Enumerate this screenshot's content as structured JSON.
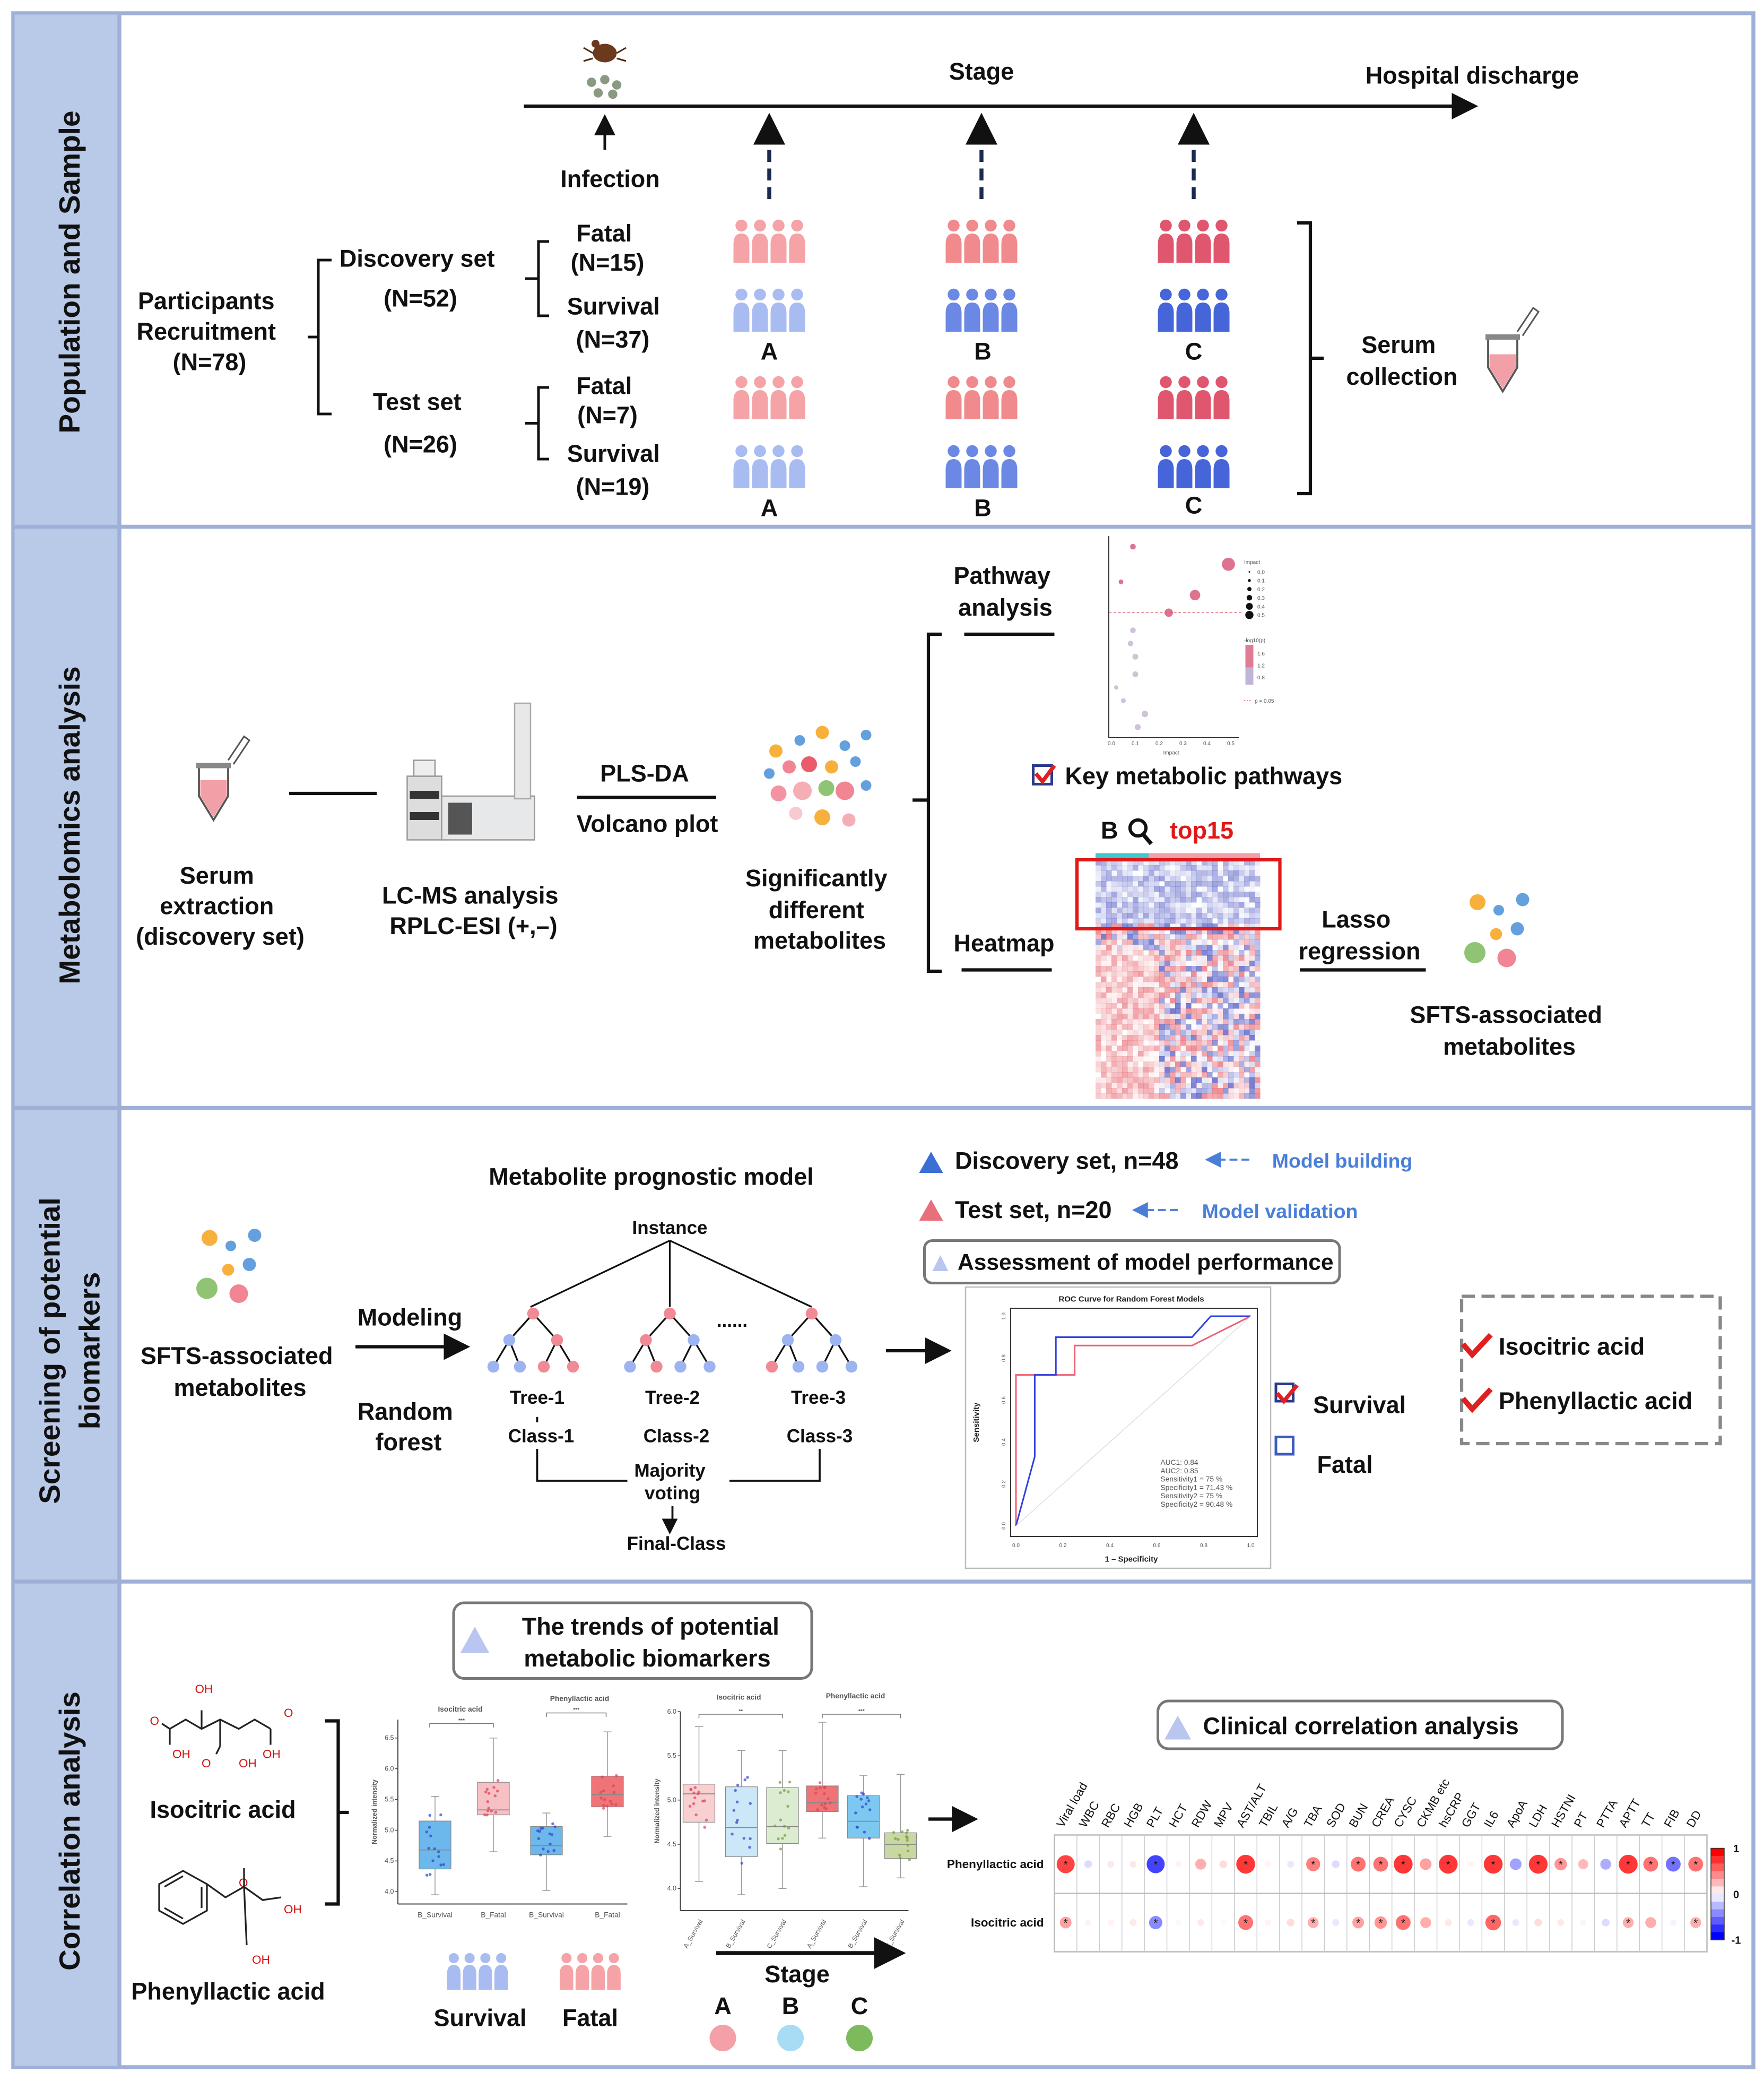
{
  "sections": {
    "population": "Population and Sample",
    "metabolomics": "Metabolomics analysis",
    "screening_line1": "Screening of potential",
    "screening_line2": "biomarkers",
    "correlation": "Correlation analysis"
  },
  "population": {
    "stage": "Stage",
    "hospital_discharge": "Hospital discharge",
    "infection": "Infection",
    "participants": [
      "Participants",
      "Recruitment",
      "(N=78)"
    ],
    "discovery_set": [
      "Discovery set",
      "(N=52)"
    ],
    "test_set": [
      "Test set",
      "(N=26)"
    ],
    "discovery_fatal": [
      "Fatal",
      "(N=15)"
    ],
    "discovery_survival": [
      "Survival",
      "(N=37)"
    ],
    "test_fatal": [
      "Fatal",
      "(N=7)"
    ],
    "test_survival": [
      "Survival",
      "(N=19)"
    ],
    "stages": [
      "A",
      "B",
      "C"
    ],
    "serum_collection": [
      "Serum",
      "collection"
    ],
    "colors": {
      "fatal": [
        "#f5a3a6",
        "#f08a8c",
        "#e0566e"
      ],
      "survival": [
        "#a9bcf2",
        "#6a88e4",
        "#4565d8"
      ]
    }
  },
  "metabolomics": {
    "serum_extraction": [
      "Serum",
      "extraction",
      "(discovery set)"
    ],
    "lcms": [
      "LC-MS analysis",
      "RPLC-ESI (+,–)"
    ],
    "plsda": "PLS-DA",
    "volcano": "Volcano plot",
    "significant": [
      "Significantly",
      "different",
      "metabolites"
    ],
    "pathway_analysis": [
      "Pathway",
      "analysis"
    ],
    "key_pathways": "Key metabolic pathways",
    "heatmap": "Heatmap",
    "heatmap_group": "B",
    "heatmap_top": "top15",
    "lasso": [
      "Lasso",
      "regression"
    ],
    "sfts": [
      "SFTS-associated",
      "metabolites"
    ],
    "pathway_plot": {
      "xlabel": "Impact",
      "xticks": [
        "0.0",
        "0.1",
        "0.2",
        "0.3",
        "0.4",
        "0.5"
      ],
      "impact_legend_title": "Impact",
      "impact_legend": [
        "0.0",
        "0.1",
        "0.2",
        "0.3",
        "0.4",
        "0.5"
      ],
      "color_legend_title": "-log10(p)",
      "color_legend": [
        "1.6",
        "1.2",
        "0.8"
      ],
      "line_legend": "p = 0.05",
      "points": [
        {
          "impact": 0.09,
          "neglogp": 2.05
        },
        {
          "impact": 0.49,
          "neglogp": 1.85
        },
        {
          "impact": 0.04,
          "neglogp": 1.65
        },
        {
          "impact": 0.35,
          "neglogp": 1.5
        },
        {
          "impact": 0.24,
          "neglogp": 1.3
        },
        {
          "impact": 0.09,
          "neglogp": 1.1
        },
        {
          "impact": 0.08,
          "neglogp": 0.95
        },
        {
          "impact": 0.1,
          "neglogp": 0.8
        },
        {
          "impact": 0.1,
          "neglogp": 0.6
        },
        {
          "impact": 0.02,
          "neglogp": 0.45
        },
        {
          "impact": 0.05,
          "neglogp": 0.3
        },
        {
          "impact": 0.14,
          "neglogp": 0.15
        },
        {
          "impact": 0.11,
          "neglogp": 0.0
        }
      ]
    }
  },
  "screening": {
    "sfts": [
      "SFTS-associated",
      "metabolites"
    ],
    "modeling": "Modeling",
    "random_forest": [
      "Random",
      "forest"
    ],
    "model_title": "Metabolite prognostic model",
    "instance": "Instance",
    "trees": [
      "Tree-1",
      "Tree-2",
      "Tree-3"
    ],
    "classes": [
      "Class-1",
      "Class-2",
      "Class-3"
    ],
    "ellipsis": "......",
    "majority": [
      "Majority",
      "voting"
    ],
    "final": "Final-Class",
    "discovery": "Discovery set, n=48",
    "model_building": "Model building",
    "test": "Test set, n=20",
    "model_validation": "Model validation",
    "assessment": "Assessment of model performance",
    "legend_survival": "Survival",
    "legend_fatal": "Fatal",
    "biomarkers": [
      "Isocitric acid",
      "Phenyllactic acid"
    ],
    "colors": {
      "discovery": "#3b6fd4",
      "test": "#e8707c",
      "accent": "#4a7fd8"
    }
  },
  "roc": {
    "title": "ROC Curve for Random Forest Models",
    "xlabel": "1 – Specificity",
    "ylabel": "Sensitivity",
    "xticks": [
      "0.0",
      "0.2",
      "0.4",
      "0.6",
      "0.8",
      "1.0"
    ],
    "yticks": [
      "0.0",
      "0.2",
      "0.4",
      "0.6",
      "0.8",
      "1.0"
    ],
    "annotations": [
      "AUC1: 0.84",
      "AUC2: 0.85",
      "Sensitivity1 = 75 %",
      "Specificity1 = 71.43 %",
      "Sensitivity2 = 75 %",
      "Specificity2 = 90.48 %"
    ]
  },
  "correlation": {
    "trends_title": [
      "The trends of potential",
      "metabolic biomarkers"
    ],
    "isocitric": "Isocitric acid",
    "phenyllactic": "Phenyllactic acid",
    "survival": "Survival",
    "fatal": "Fatal",
    "stage": "Stage",
    "stages": [
      "A",
      "B",
      "C"
    ],
    "stage_colors": [
      "#f4a0a8",
      "#a8dcf4",
      "#7cba5c"
    ],
    "clinical_title": "Clinical correlation analysis",
    "colorbar_labels": [
      "1",
      "0",
      "-1"
    ],
    "chem_labels": {
      "oh": "OH",
      "o": "O"
    }
  },
  "chart_data": [
    {
      "type": "line",
      "title": "ROC Curve for Random Forest Models",
      "xlabel": "1 – Specificity",
      "ylabel": "Sensitivity",
      "xlim": [
        0,
        1
      ],
      "ylim": [
        0,
        1
      ],
      "series": [
        {
          "color": "#ee6070",
          "x": [
            0,
            0,
            0.25,
            0.25,
            0.75,
            1
          ],
          "y": [
            0,
            0.72,
            0.72,
            0.86,
            0.86,
            1
          ]
        },
        {
          "color": "#3040e0",
          "x": [
            0,
            0.08,
            0.08,
            0.17,
            0.17,
            0.75,
            0.83,
            1
          ],
          "y": [
            0,
            0.33,
            0.72,
            0.72,
            0.9,
            0.9,
            1,
            1
          ]
        },
        {
          "color": "#dddddd",
          "x": [
            0,
            1
          ],
          "y": [
            0,
            1
          ]
        }
      ]
    },
    {
      "type": "box",
      "ylabel": "Normalized intensity",
      "ylim": [
        3.8,
        6.8
      ],
      "yticks": [
        "4.0",
        "4.5",
        "5.0",
        "5.5",
        "6.0",
        "6.5"
      ],
      "panels": [
        {
          "title": "Isocitric acid",
          "significance": "***"
        },
        {
          "title": "Phenyllactic acid",
          "significance": "***"
        }
      ],
      "categories": [
        "B_Survival",
        "B_Fatal",
        "B_Survival",
        "B_Fatal"
      ],
      "boxes": [
        {
          "min": 3.95,
          "q1": 4.37,
          "median": 4.68,
          "q3": 5.15,
          "max": 5.55,
          "color": "#6cb8ec"
        },
        {
          "min": 4.65,
          "q1": 5.25,
          "median": 5.33,
          "q3": 5.78,
          "max": 6.5,
          "color": "#f6c0c4"
        },
        {
          "min": 4.02,
          "q1": 4.6,
          "median": 4.75,
          "q3": 5.06,
          "max": 5.28,
          "color": "#6cb8ec"
        },
        {
          "min": 4.9,
          "q1": 5.38,
          "median": 5.58,
          "q3": 5.88,
          "max": 6.6,
          "color": "#ee7478"
        }
      ]
    },
    {
      "type": "box",
      "ylabel": "Normalized intensity",
      "ylim": [
        3.75,
        6.0
      ],
      "yticks": [
        "4.0",
        "4.5",
        "5.0",
        "5.5",
        "6.0"
      ],
      "panels": [
        {
          "title": "Isocitric acid",
          "significance": "**"
        },
        {
          "title": "Phenyllactic acid",
          "significance": "***"
        }
      ],
      "categories": [
        "A_Survival",
        "B_Survival",
        "C_Survival",
        "A_Survival",
        "B_Survival",
        "C_Survival"
      ],
      "boxes": [
        {
          "min": 4.08,
          "q1": 4.75,
          "median": 5.07,
          "q3": 5.18,
          "max": 5.83,
          "color": "#f8d0d2"
        },
        {
          "min": 3.93,
          "q1": 4.36,
          "median": 4.69,
          "q3": 5.15,
          "max": 5.56,
          "color": "#cce8f8"
        },
        {
          "min": 4.0,
          "q1": 4.51,
          "median": 4.7,
          "q3": 5.14,
          "max": 5.56,
          "color": "#dcecd0"
        },
        {
          "min": 4.57,
          "q1": 4.87,
          "median": 4.97,
          "q3": 5.16,
          "max": 5.88,
          "color": "#ee7478"
        },
        {
          "min": 4.02,
          "q1": 4.57,
          "median": 4.76,
          "q3": 5.05,
          "max": 5.28,
          "color": "#7cc8f0"
        },
        {
          "min": 4.12,
          "q1": 4.34,
          "median": 4.5,
          "q3": 4.63,
          "max": 5.29,
          "color": "#c8d8a0"
        }
      ]
    },
    {
      "type": "heatmap",
      "rows": [
        "Phenyllactic acid",
        "Isocitric acid"
      ],
      "columns": [
        "Viral load",
        "WBC",
        "RBC",
        "HGB",
        "PLT",
        "HCT",
        "RDW",
        "MPV",
        "AST/ALT",
        "TBIL",
        "A/G",
        "TBA",
        "SOD",
        "BUN",
        "CREA",
        "CYSC",
        "CKMB etc",
        "hsCRP",
        "GGT",
        "IL6",
        "ApoA",
        "LDH",
        "HSTNI",
        "PT",
        "PTTA",
        "APTT",
        "TT",
        "FIB",
        "DD"
      ],
      "values": [
        [
          0.8,
          -0.15,
          0.1,
          0.1,
          -0.8,
          0.05,
          0.35,
          0.15,
          0.85,
          0.05,
          -0.1,
          0.55,
          -0.15,
          0.6,
          0.6,
          0.85,
          0.4,
          0.85,
          0.05,
          0.85,
          -0.4,
          0.85,
          0.45,
          0.3,
          -0.35,
          0.85,
          0.6,
          -0.6,
          0.6
        ],
        [
          0.4,
          0.05,
          0.05,
          0.1,
          -0.5,
          0.03,
          0.1,
          0.03,
          0.6,
          0.05,
          0.15,
          0.35,
          -0.1,
          0.4,
          0.45,
          0.6,
          0.35,
          0.1,
          -0.1,
          0.65,
          -0.1,
          0.15,
          0.1,
          0.05,
          -0.15,
          0.35,
          0.35,
          -0.05,
          0.35
        ]
      ],
      "significant": [
        [
          1,
          0,
          0,
          0,
          1,
          0,
          0,
          0,
          1,
          0,
          0,
          1,
          0,
          1,
          1,
          1,
          0,
          1,
          0,
          1,
          0,
          1,
          1,
          0,
          0,
          1,
          1,
          1,
          1
        ],
        [
          1,
          0,
          0,
          0,
          1,
          0,
          0,
          0,
          1,
          0,
          0,
          1,
          0,
          1,
          1,
          1,
          0,
          0,
          0,
          1,
          0,
          0,
          0,
          0,
          0,
          1,
          0,
          0,
          1
        ]
      ],
      "colorscale": [
        "#0000ff",
        "#ffffff",
        "#ff0000"
      ],
      "range": [
        -1,
        1
      ]
    }
  ]
}
